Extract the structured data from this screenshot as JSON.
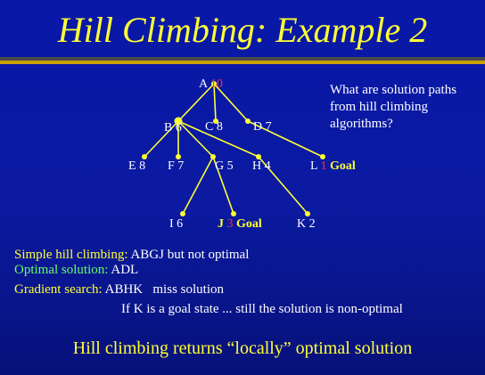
{
  "title": "Hill Climbing: Example 2",
  "question": "What are solution paths from hill climbing algorithms?",
  "nodes": {
    "A": {
      "name": "A",
      "value": "10"
    },
    "B": {
      "name": "B",
      "value": "6"
    },
    "C": {
      "name": "C",
      "value": "8"
    },
    "D": {
      "name": "D",
      "value": "7"
    },
    "E": {
      "name": "E",
      "value": "8"
    },
    "F": {
      "name": "F",
      "value": "7"
    },
    "G": {
      "name": "G",
      "value": "5"
    },
    "H": {
      "name": "H",
      "value": "4"
    },
    "L": {
      "name": "L",
      "value": "1",
      "goal": "Goal"
    },
    "I": {
      "name": "I",
      "value": "6"
    },
    "J": {
      "name": "J",
      "value": "3",
      "goal": "Goal"
    },
    "K": {
      "name": "K",
      "value": "2"
    }
  },
  "edges": [
    [
      "A",
      "B"
    ],
    [
      "A",
      "C"
    ],
    [
      "A",
      "D"
    ],
    [
      "B",
      "E"
    ],
    [
      "B",
      "F"
    ],
    [
      "B",
      "G"
    ],
    [
      "B",
      "H"
    ],
    [
      "D",
      "L"
    ],
    [
      "G",
      "I"
    ],
    [
      "G",
      "J"
    ],
    [
      "H",
      "K"
    ]
  ],
  "results": {
    "simple_label": "Simple hill climbing:",
    "simple_text": "ABGJ but not optimal",
    "optimal_label": "Optimal solution:",
    "optimal_text": "ADL",
    "gradient_label": "Gradient search:",
    "gradient_text": "ABHK   miss solution",
    "note": "If K is a goal state ... still the solution is non-optimal"
  },
  "footer": "Hill climbing returns “locally” optimal solution",
  "colors": {
    "background": "#0a18a8",
    "title": "#ffff33",
    "node": "#ffff33",
    "edge": "#ffff33",
    "highlight": "#ff2a4a",
    "optimal": "#66ff66"
  }
}
